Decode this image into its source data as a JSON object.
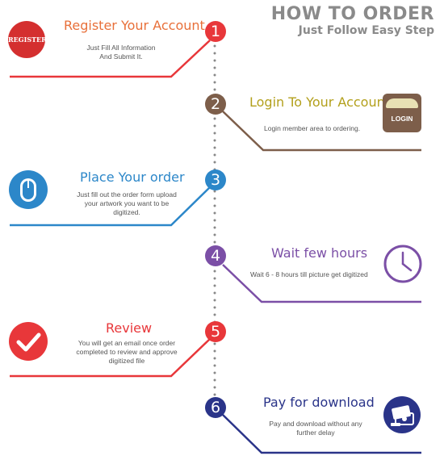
{
  "header": {
    "title": "HOW TO ORDER",
    "subtitle": "Just Follow Easy Step"
  },
  "steps": [
    {
      "number": "1",
      "title": "Register Your Account",
      "description": "Just Fill All Information\nAnd Submit It.",
      "color": "#e8373a",
      "title_color": "#e8703a",
      "icon": "register-badge-icon",
      "icon_text": "REGISTER"
    },
    {
      "number": "2",
      "title": "Login To Your Account",
      "description": "Login member area to ordering.",
      "color": "#7d5e4a",
      "title_color": "#b3a01c",
      "icon": "login-badge-icon",
      "icon_text": "LOGIN"
    },
    {
      "number": "3",
      "title": "Place Your order",
      "description": "Just fill out the order form upload\nyour artwork you want to be\ndigitized.",
      "color": "#2c87c9",
      "title_color": "#2c87c9",
      "icon": "mouse-icon"
    },
    {
      "number": "4",
      "title": "Wait few hours",
      "description": "Wait 6 - 8 hours till picture get digitized",
      "color": "#7b4fa6",
      "title_color": "#7b4fa6",
      "icon": "clock-icon"
    },
    {
      "number": "5",
      "title": "Review",
      "description": "You will get an email once order\ncompleted to review and approve\ndigitized file",
      "color": "#e8373a",
      "title_color": "#e8373a",
      "icon": "checkmark-icon"
    },
    {
      "number": "6",
      "title": "Pay for download",
      "description": "Pay and download without any\nfurther delay",
      "color": "#2a3489",
      "title_color": "#2a3489",
      "icon": "payment-icon"
    }
  ],
  "colors": {
    "dots": "#888888"
  }
}
